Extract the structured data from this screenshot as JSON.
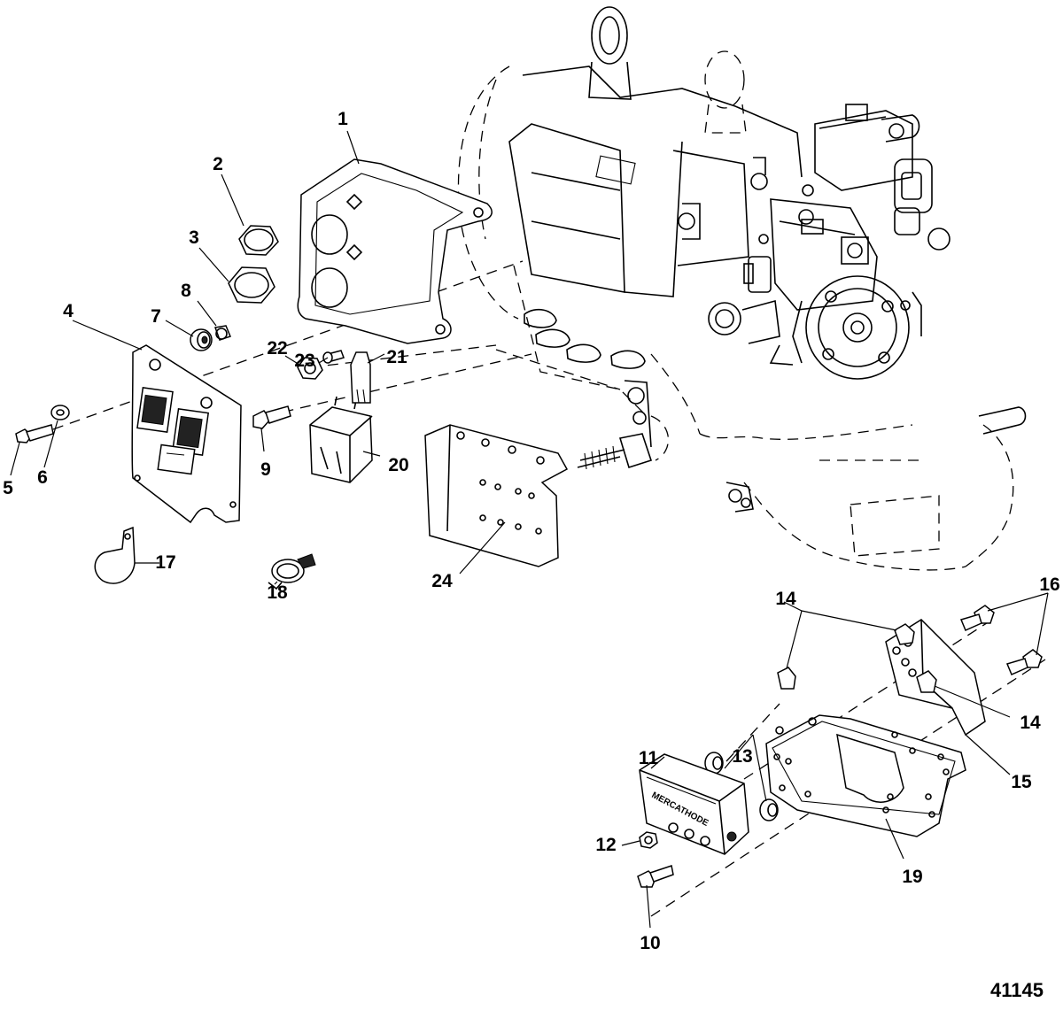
{
  "drawing_number": "41145",
  "brand_plate_text": "MERCATHODE",
  "callouts": [
    "1",
    "2",
    "3",
    "4",
    "5",
    "6",
    "7",
    "8",
    "9",
    "10",
    "11",
    "12",
    "13",
    "14",
    "14",
    "15",
    "16",
    "17",
    "18",
    "19",
    "20",
    "21",
    "22",
    "23",
    "24"
  ]
}
